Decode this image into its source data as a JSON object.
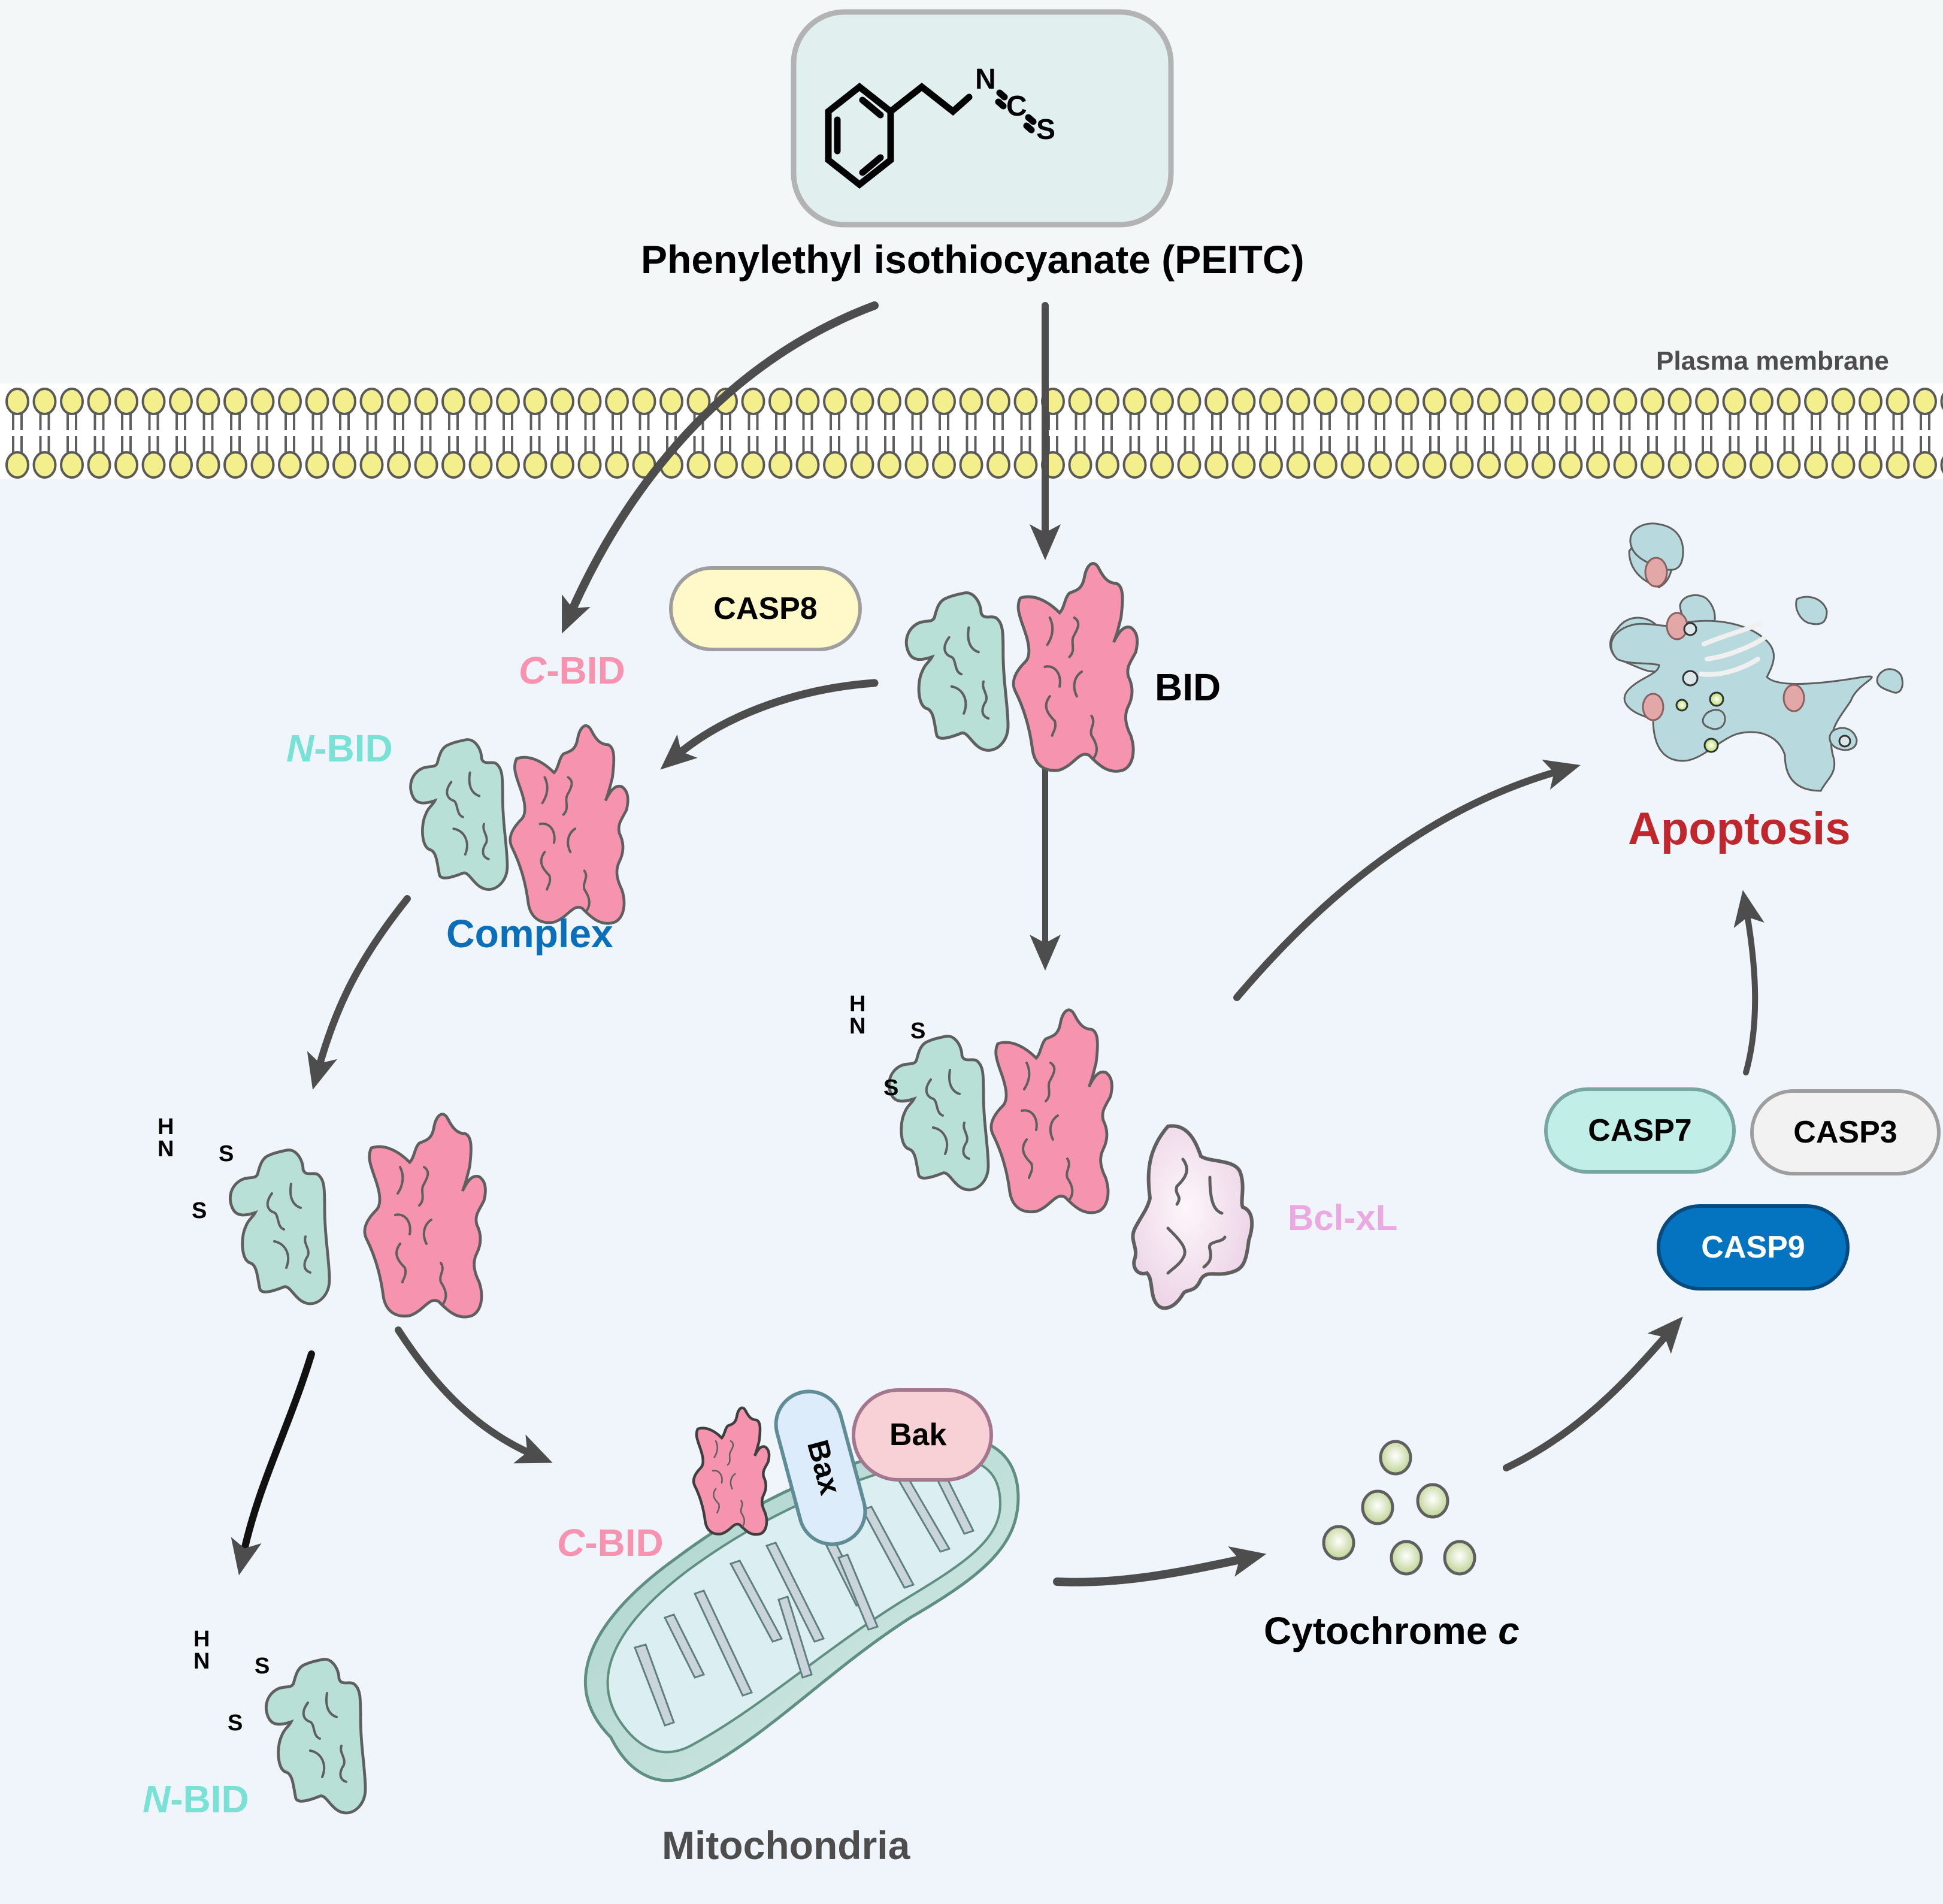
{
  "compound": {
    "name": "Phenylethyl isothiocyanate (PEITC)",
    "atoms": {
      "n": "N",
      "c": "C",
      "s": "S"
    }
  },
  "membrane": {
    "label": "Plasma membrane"
  },
  "labels": {
    "casp8": "CASP8",
    "bid": "BID",
    "c_bid_top": {
      "prefix": "C",
      "suffix": "-BID"
    },
    "n_bid_top": {
      "prefix": "N",
      "suffix": "-BID"
    },
    "complex": "Complex",
    "bcl_xl": "Bcl-xL",
    "apoptosis": "Apoptosis",
    "casp7": "CASP7",
    "casp3": "CASP3",
    "casp9": "CASP9",
    "bax": "Bax",
    "bak": "Bak",
    "c_bid_mito": {
      "prefix": "C",
      "suffix": "-BID"
    },
    "n_bid_bottom": {
      "prefix": "N",
      "suffix": "-BID"
    },
    "mitochondria": "Mitochondria",
    "cytochrome": {
      "main": "Cytochrome ",
      "italic": "c"
    }
  },
  "adduct_atoms": {
    "h": "H",
    "n": "N",
    "s1": "S",
    "s2": "S"
  },
  "colors": {
    "n_bid": "#b8e0d6",
    "c_bid": "#f693ae",
    "bcl_xl": "#ecd3e6",
    "casp8": "#fff8c8",
    "casp7": "#c2eee8",
    "casp3": "#f2f2f2",
    "casp9": "#0473c0",
    "apoptosis_text": "#c0272d",
    "complex_text": "#0a6fb8",
    "n_bid_text": "#79e1d6",
    "c_bid_text": "#f693ae",
    "bcl_xl_text": "#eba9e1",
    "arrow": "#4d4d4d",
    "lipid_head": "#f4ef8d"
  }
}
